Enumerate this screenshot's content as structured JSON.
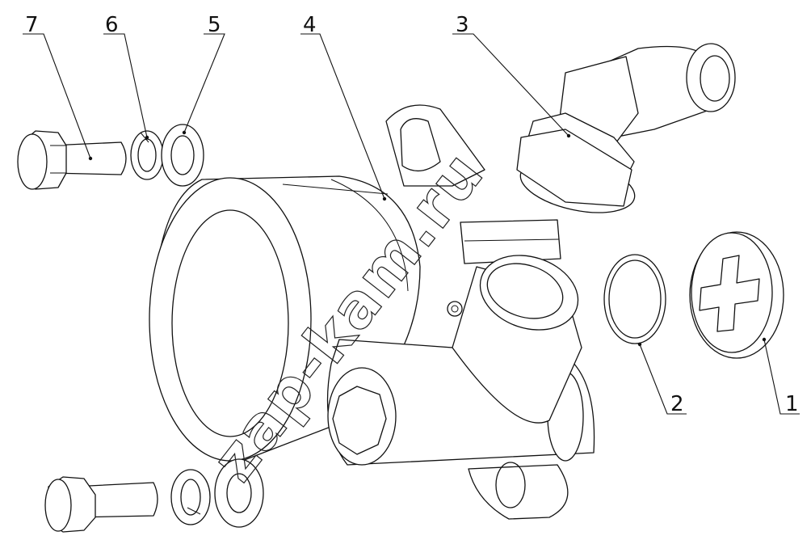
{
  "callouts": {
    "part_1": "1",
    "part_2": "2",
    "part_3": "3",
    "part_4": "4",
    "part_5": "5",
    "part_6": "6",
    "part_7": "7"
  },
  "watermark": "zap-kam.ru",
  "colors": {
    "line": "#111111",
    "background": "#ffffff"
  }
}
